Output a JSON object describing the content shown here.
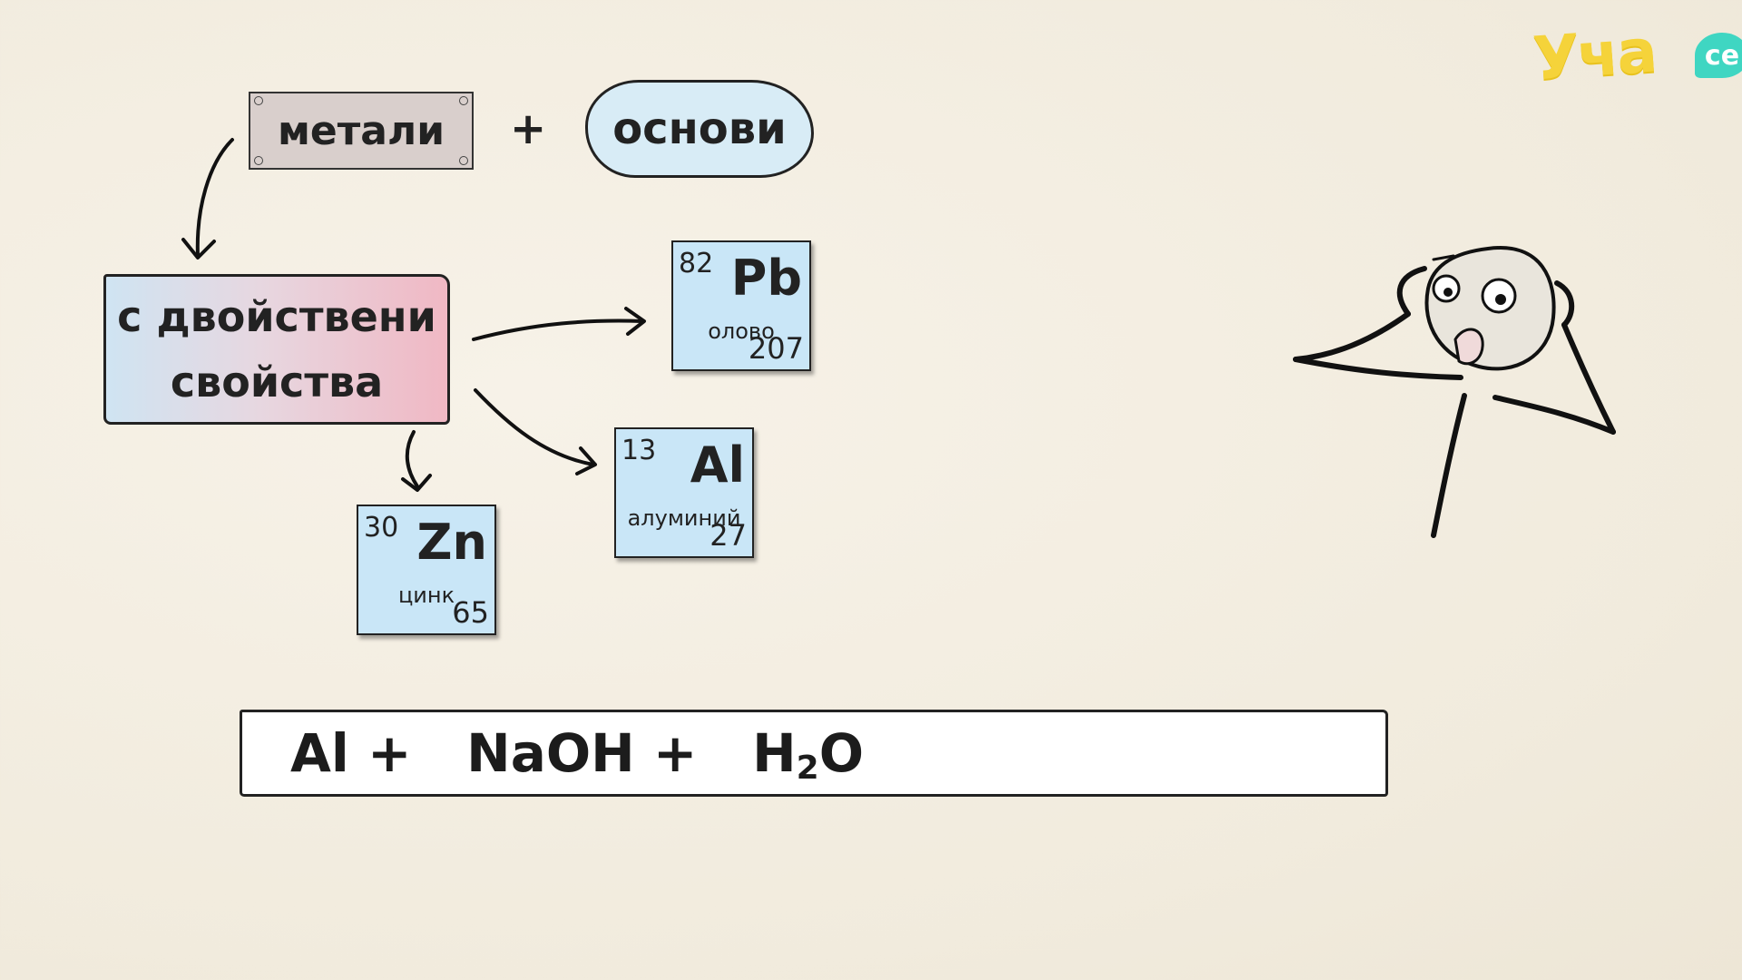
{
  "logo": {
    "text": "Уча",
    "badge": "се"
  },
  "diagram": {
    "metals_label": "метали",
    "plus": "+",
    "bases_label": "основи",
    "dual_line1": "с двойствени",
    "dual_line2": "свойства"
  },
  "elements": [
    {
      "number": "82",
      "symbol": "Pb",
      "name": "олово",
      "mass": "207"
    },
    {
      "number": "13",
      "symbol": "Al",
      "name": "алуминий",
      "mass": "27"
    },
    {
      "number": "30",
      "symbol": "Zn",
      "name": "цинк",
      "mass": "65"
    }
  ],
  "equation": {
    "term1": "Al",
    "op1": "+",
    "term2": "NaOH",
    "op2": "+",
    "term3_base": "H",
    "term3_sub": "2",
    "term3_tail": "O"
  },
  "colors": {
    "background": "#f4efe4",
    "metals_box": "#d9cfcc",
    "bases_box": "#d8ecf6",
    "element_card": "#c9e6f7",
    "logo_yellow": "#f5d33a",
    "logo_teal": "#3fd6c2"
  }
}
